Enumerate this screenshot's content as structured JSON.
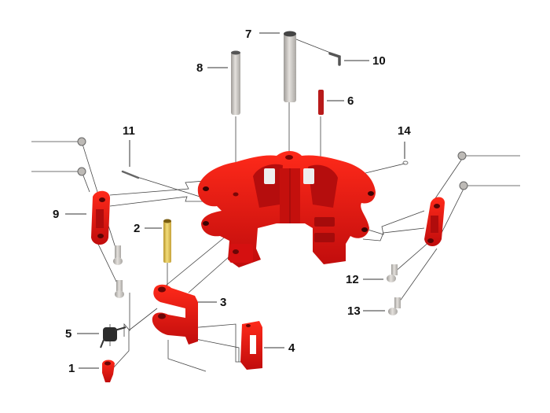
{
  "diagram": {
    "type": "exploded-parts-view",
    "colors": {
      "body_red": "#e01010",
      "shadow_red": "#a80a0a",
      "steel": "#c9c6c2",
      "brass": "#e6c84a",
      "spring": "#2b2b2b",
      "leader": "#333333"
    },
    "callouts": [
      {
        "id": "1",
        "label": "1",
        "part": "latch-finger"
      },
      {
        "id": "2",
        "label": "2",
        "part": "brass-hinge-pin"
      },
      {
        "id": "3",
        "label": "3",
        "part": "latch-lever"
      },
      {
        "id": "4",
        "label": "4",
        "part": "latch-block"
      },
      {
        "id": "5",
        "label": "5",
        "part": "torsion-spring"
      },
      {
        "id": "6",
        "label": "6",
        "part": "red-roll-pin"
      },
      {
        "id": "7",
        "label": "7",
        "part": "main-hinge-pin"
      },
      {
        "id": "8",
        "label": "8",
        "part": "latch-pin"
      },
      {
        "id": "9",
        "label": "9",
        "part": "link-bracket"
      },
      {
        "id": "10",
        "label": "10",
        "part": "retainer-pin"
      },
      {
        "id": "11",
        "label": "11",
        "part": "cotter-pin"
      },
      {
        "id": "12",
        "label": "12",
        "part": "bolt-upper"
      },
      {
        "id": "13",
        "label": "13",
        "part": "bolt-lower"
      },
      {
        "id": "14",
        "label": "14",
        "part": "grease-fitting"
      }
    ]
  }
}
